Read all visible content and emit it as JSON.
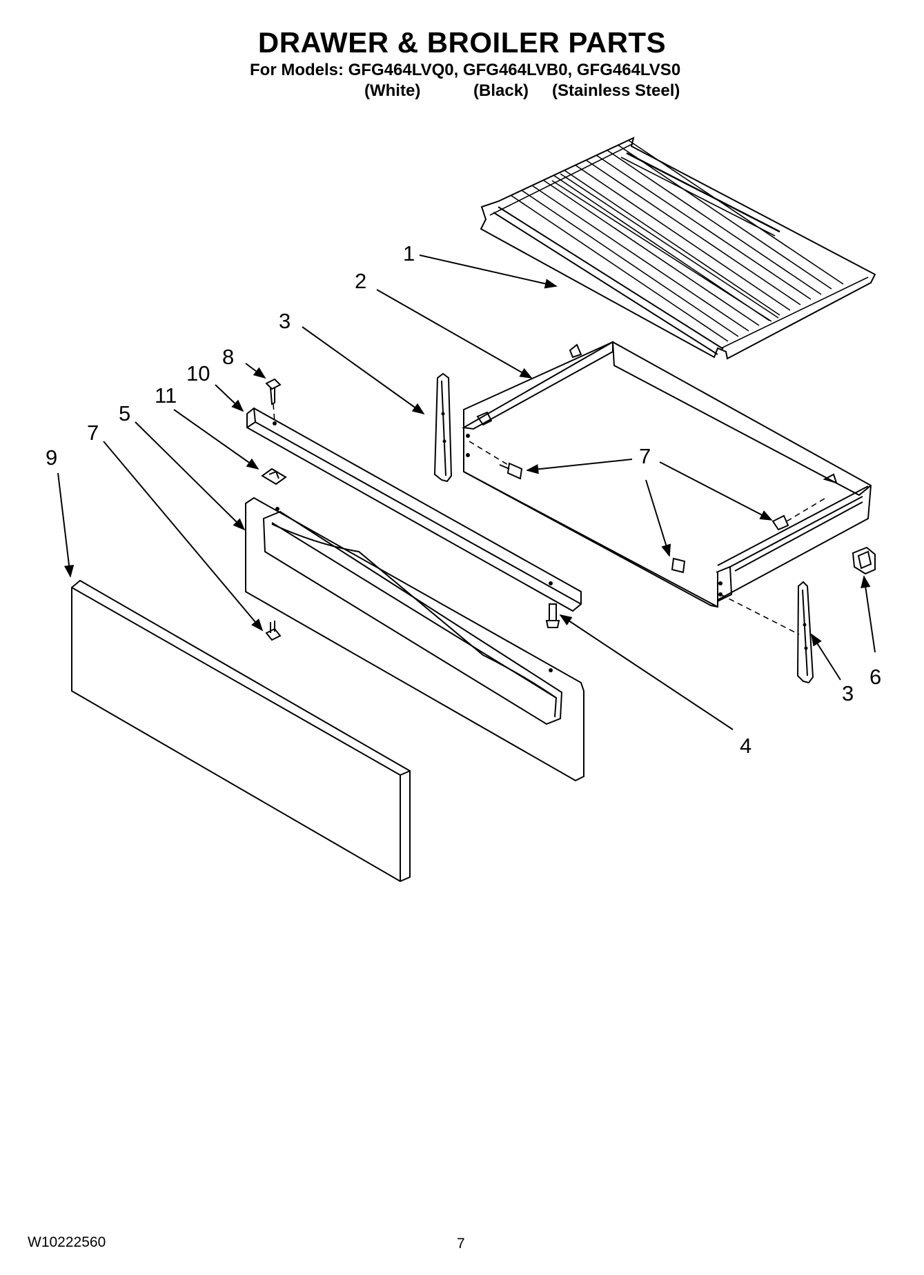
{
  "header": {
    "title": "DRAWER & BROILER PARTS",
    "models_line": "For Models: GFG464LVQ0, GFG464LVB0, GFG464LVS0",
    "variants": [
      "(White)",
      "(Black)",
      "(Stainless Steel)"
    ]
  },
  "callouts": {
    "c1": "1",
    "c2": "2",
    "c3a": "3",
    "c3b": "3",
    "c4": "4",
    "c5": "5",
    "c6": "6",
    "c7a": "7",
    "c7b": "7",
    "c8": "8",
    "c9": "9",
    "c10": "10",
    "c11": "11"
  },
  "footer": {
    "doc_code": "W10222560",
    "page_number": "7"
  }
}
